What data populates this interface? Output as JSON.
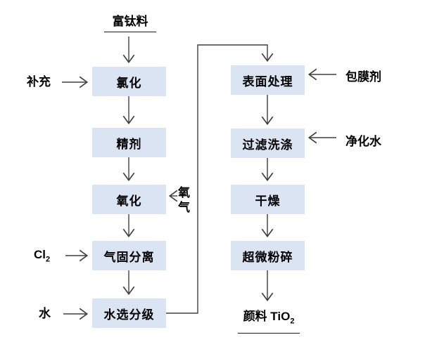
{
  "diagram": {
    "title": "TiO2 pigment chloride-process flowchart",
    "start_node": "富钛料",
    "left_nodes": [
      "氯化",
      "精剂",
      "氧化",
      "气固分离",
      "水选分级"
    ],
    "right_nodes": [
      "表面处理",
      "过滤洗涤",
      "干燥",
      "超微粉碎"
    ],
    "inputs": {
      "makeup": "补充",
      "cl2_base": "Cl",
      "cl2_sub": "2",
      "water": "水",
      "oxygen_line1": "氧",
      "oxygen_line2": "气",
      "coating_agent": "包膜剂",
      "purified_water": "净化水"
    },
    "end_node_base": "颜料 TiO",
    "end_node_sub": "2",
    "colors": {
      "box_fill": "#dbe4f2",
      "line_color": "#3f3f3f",
      "text_color": "#000000"
    }
  }
}
